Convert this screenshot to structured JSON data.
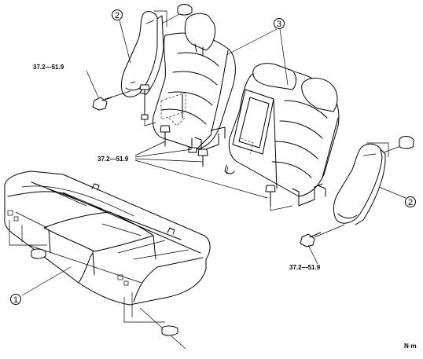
{
  "diagram": {
    "callouts": [
      {
        "id": "c1",
        "label": "1"
      },
      {
        "id": "c2a",
        "label": "2"
      },
      {
        "id": "c2b",
        "label": "2"
      },
      {
        "id": "c3",
        "label": "3"
      }
    ],
    "torques": [
      {
        "id": "t1",
        "label": "37.2—51.9"
      },
      {
        "id": "t2",
        "label": "37.2—51.9"
      },
      {
        "id": "t3",
        "label": "37.2—51.9"
      }
    ],
    "unit": "N·m"
  }
}
